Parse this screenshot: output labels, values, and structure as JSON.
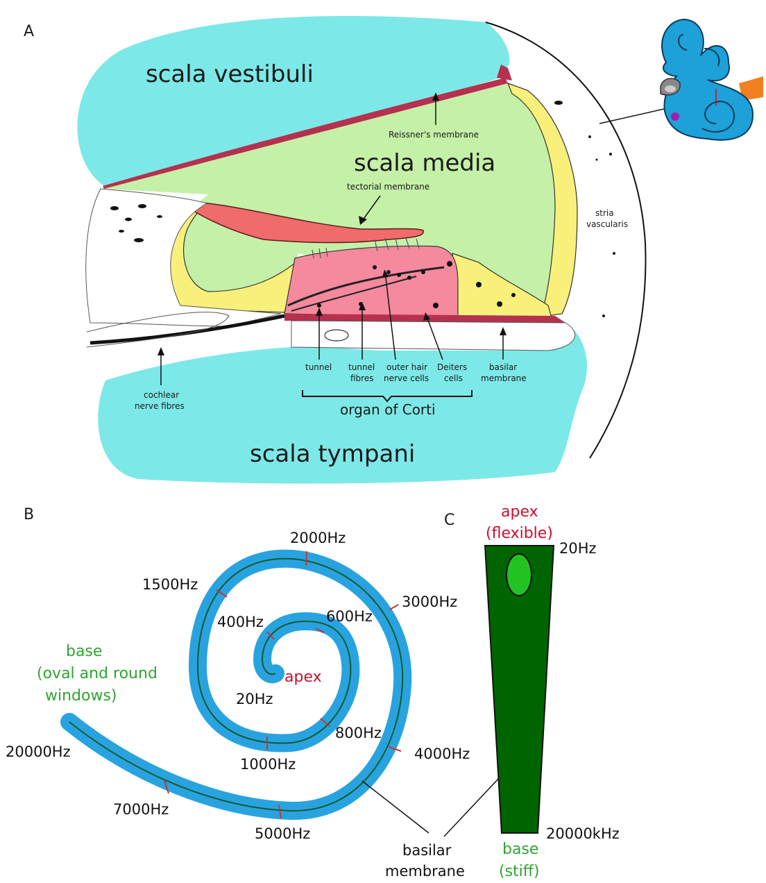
{
  "panel_a": {
    "letter": "A",
    "scala_vestibuli": "scala vestibuli",
    "scala_media": "scala media",
    "scala_tympani": "scala tympani",
    "reissners_membrane": "Reissner's membrane",
    "tectorial_membrane": "tectorial membrane",
    "stria_line1": "stria",
    "stria_line2": "vascularis",
    "tunnel": "tunnel",
    "tunnel_fibres_1": "tunnel",
    "tunnel_fibres_2": "fibres",
    "outer_hair_1": "outer hair",
    "outer_hair_2": "nerve cells",
    "deiters_1": "Deiters",
    "deiters_2": "cells",
    "basilar_1": "basilar",
    "basilar_2": "membrane",
    "cochlear_1": "cochlear",
    "cochlear_2": "nerve fibres",
    "organ_of_corti": "organ of Corti"
  },
  "panel_b": {
    "letter": "B",
    "base_1": "base",
    "base_2": "(oval and round",
    "base_3": "windows)",
    "apex": "apex",
    "freq": {
      "f20000": "20000Hz",
      "f7000": "7000Hz",
      "f5000": "5000Hz",
      "f4000": "4000Hz",
      "f3000": "3000Hz",
      "f2000": "2000Hz",
      "f1500": "1500Hz",
      "f1000": "1000Hz",
      "f800": "800Hz",
      "f600": "600Hz",
      "f400": "400Hz",
      "f20": "20Hz"
    },
    "basilar_1": "basilar",
    "basilar_2": "membrane"
  },
  "panel_c": {
    "letter": "C",
    "apex_1": "apex",
    "apex_2": "(flexible)",
    "top_freq": "20Hz",
    "bottom_freq": "20000kHz",
    "base_1": "base",
    "base_2": "(stiff)"
  },
  "colors": {
    "fluid": "#7de8e8",
    "media": "#c4f0a8",
    "membrane": "#b5314e",
    "tectorial": "#f06b6b",
    "corti": "#f5899e",
    "cells": "#f8f07a",
    "spiral": "#29a3e0",
    "strip": "#006400",
    "red_label": "#c8102e",
    "green_label": "#2fa52f"
  }
}
